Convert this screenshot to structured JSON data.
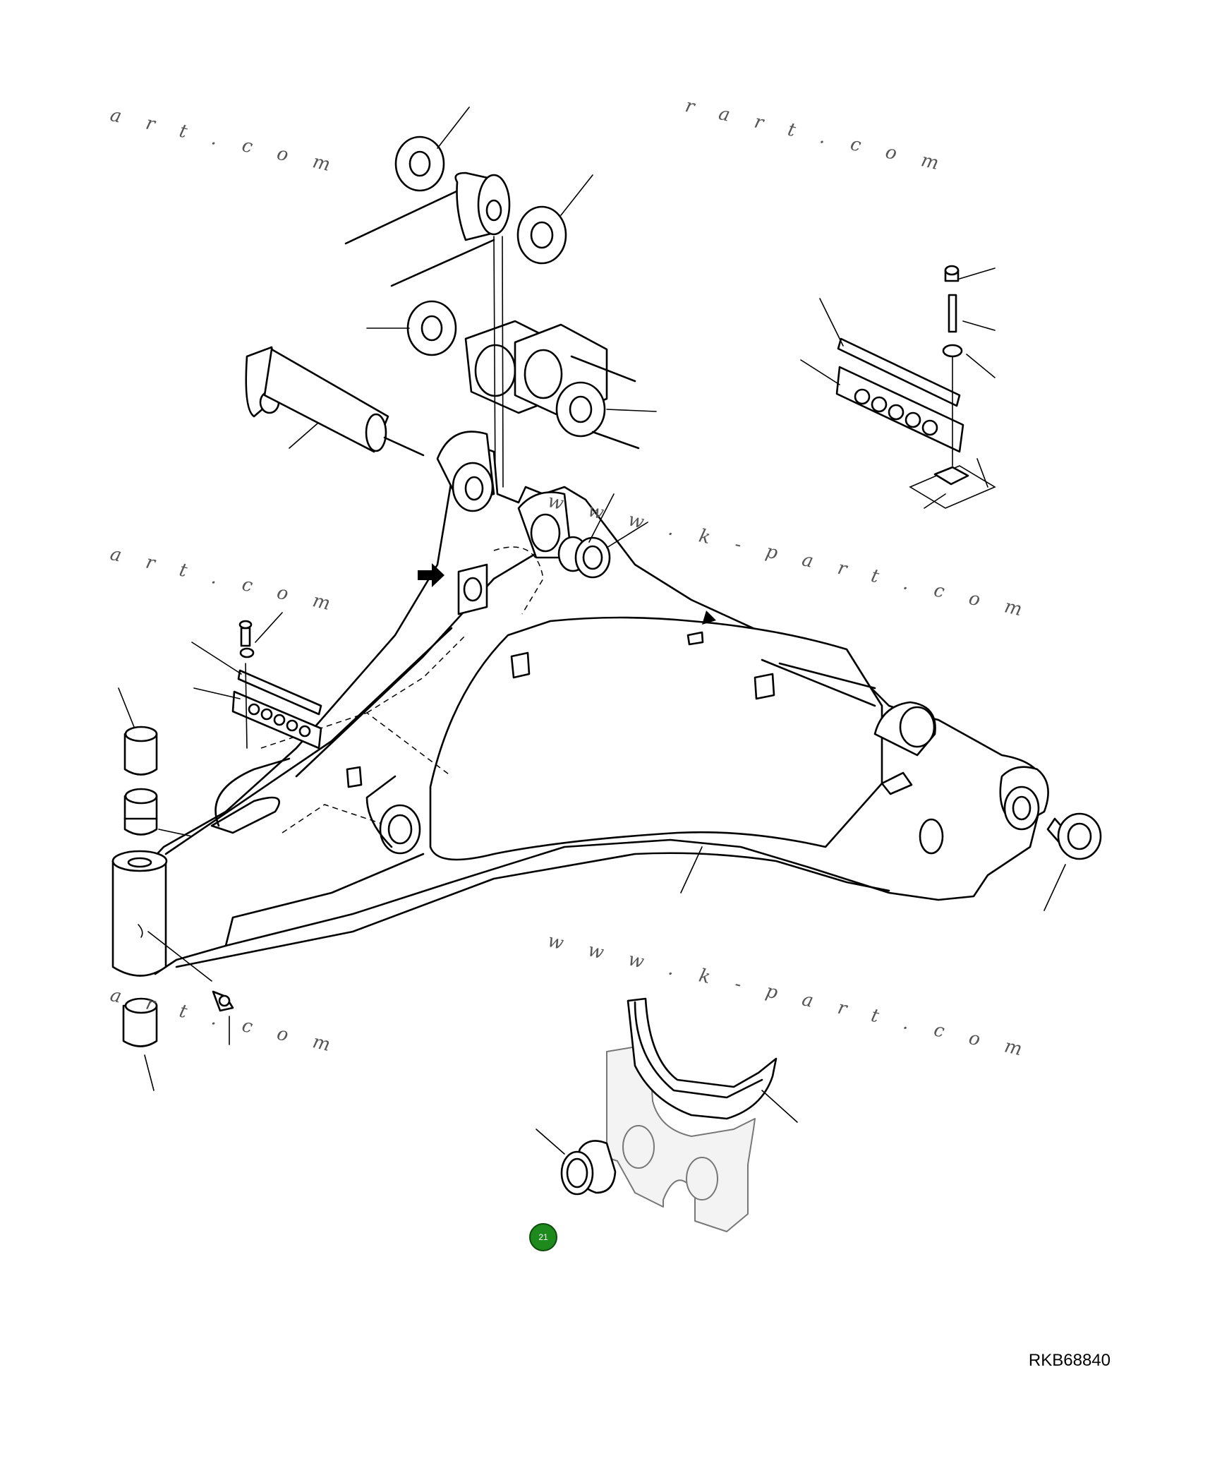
{
  "diagram": {
    "catalog_number": "RKB68840",
    "callouts": [
      {
        "label": "21",
        "color": "#1e8a1e"
      }
    ],
    "watermarks": [
      "a r t . c o m",
      "r a r t . c o m",
      "a r t . c o m",
      "w w w . k - p a r t . c o m",
      "a r t . c o m",
      "w w w . k - p a r t . c o m"
    ]
  }
}
